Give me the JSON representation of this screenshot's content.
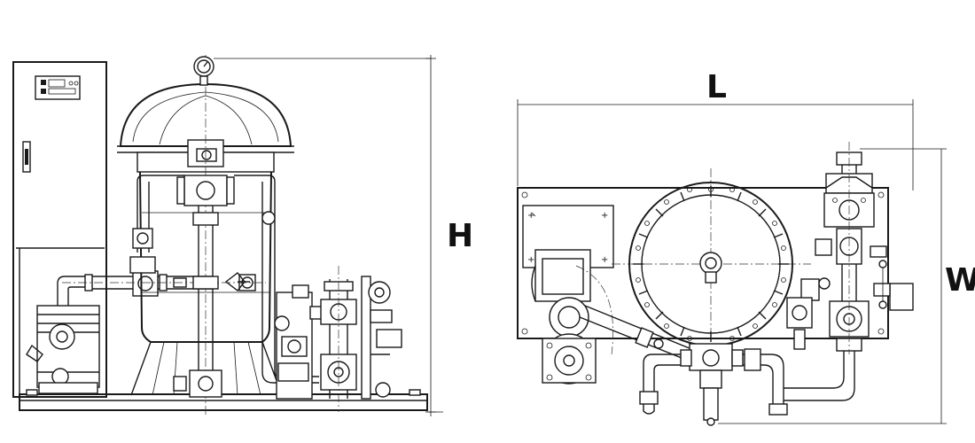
{
  "dimensions": {
    "height_label": "H",
    "length_label": "L",
    "width_label": "W"
  }
}
